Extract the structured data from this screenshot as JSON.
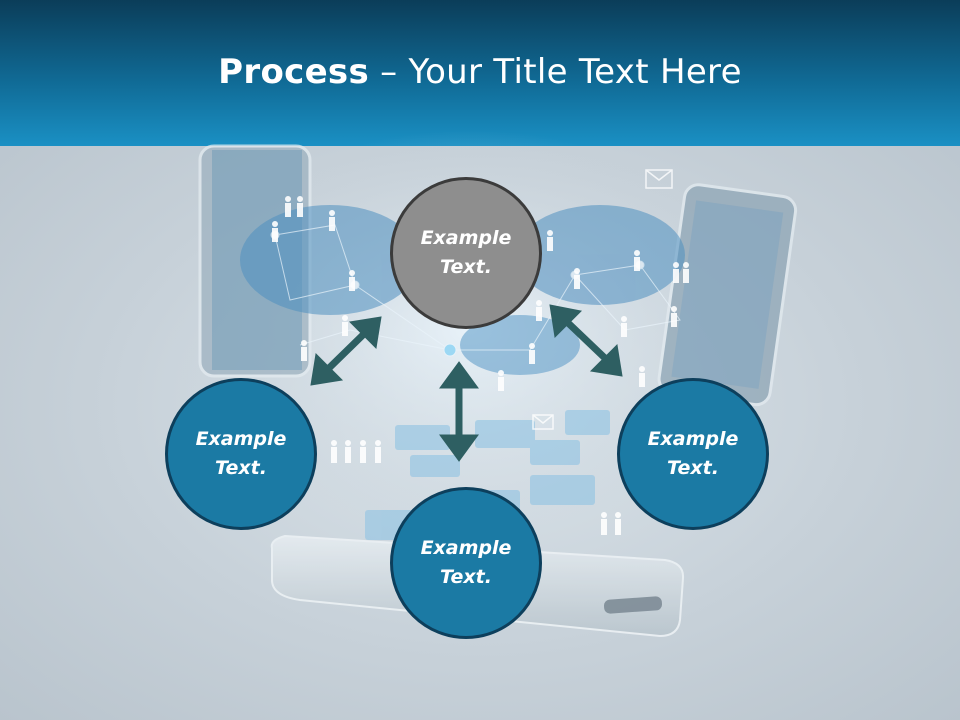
{
  "slide": {
    "title_bold": "Process",
    "title_rest": " – Your Title Text Here"
  },
  "nodes": [
    {
      "id": "top",
      "label": "Example Text."
    },
    {
      "id": "left",
      "label": "Example Text."
    },
    {
      "id": "bottom",
      "label": "Example Text."
    },
    {
      "id": "right",
      "label": "Example Text."
    }
  ],
  "colors": {
    "header_dark": "#0b3d59",
    "header_light": "#1a90c4",
    "node_fill": "#1b7aa4",
    "node_border": "#0d3f5c",
    "center_fill": "#8e8e8e",
    "arrow": "#2e5f62"
  },
  "background_image": {
    "description_icons": [
      "smartphone-icon",
      "people-icon",
      "mail-icon",
      "world-map-icon",
      "network-icon"
    ]
  }
}
